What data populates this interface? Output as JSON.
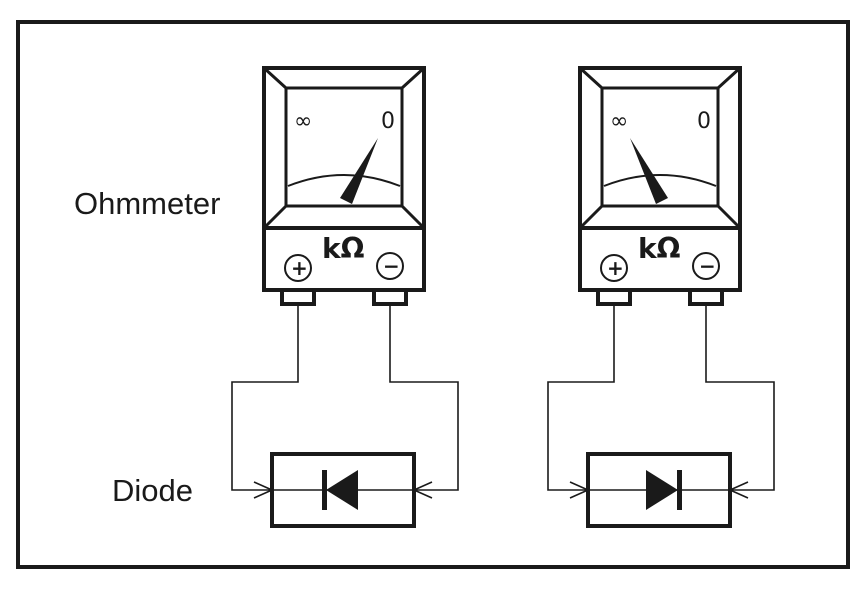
{
  "labels": {
    "meter": "Ohmmeter",
    "component": "Diode"
  },
  "meters": [
    {
      "unit": "kΩ",
      "scale_left": "∞",
      "scale_right": "0",
      "plus": "+",
      "minus": "−",
      "reading": "low resistance"
    },
    {
      "unit": "kΩ",
      "scale_left": "∞",
      "scale_right": "0",
      "plus": "+",
      "minus": "−",
      "reading": "high resistance"
    }
  ],
  "colors": {
    "ink": "#1a1a1a",
    "background": "#ffffff"
  }
}
